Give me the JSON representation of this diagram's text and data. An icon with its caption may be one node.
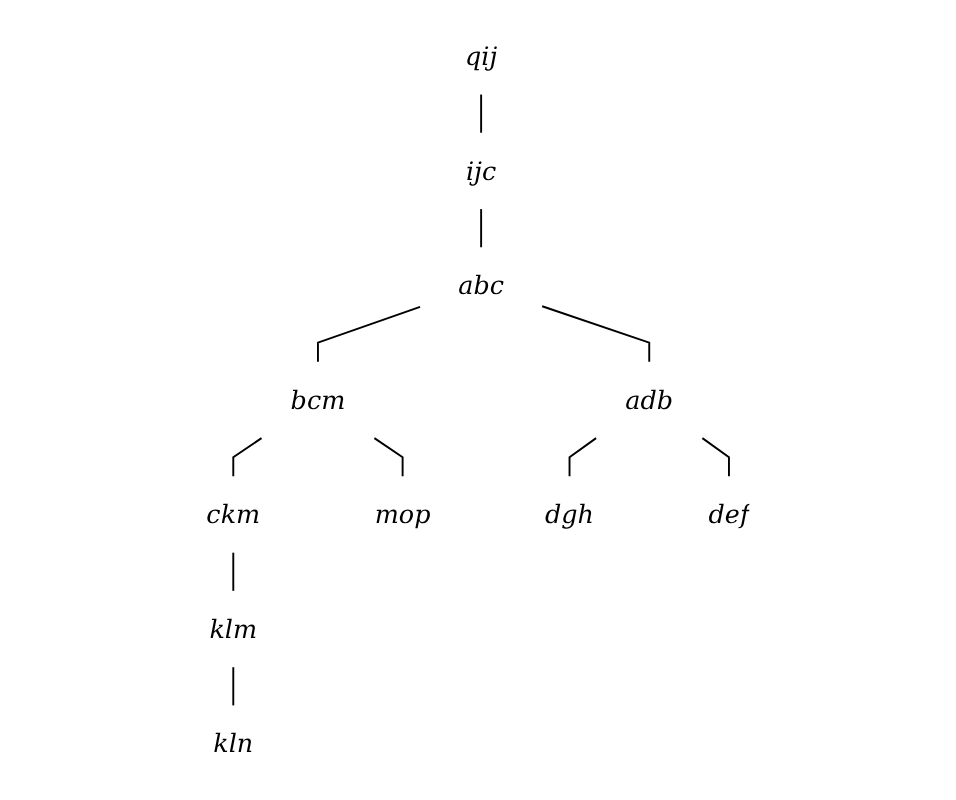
{
  "diagram": {
    "nodes": [
      {
        "text": [
          "qij"
        ]
      },
      {
        "text": [
          "kln"
        ]
      },
      {
        "text": [
          "ijc"
        ]
      },
      {
        "text": [
          "klm"
        ]
      },
      {
        "text": [
          "abc"
        ]
      },
      {
        "text": [
          "ckm"
        ]
      },
      {
        "text": [
          "bcm"
        ]
      },
      {
        "text": [
          "adb"
        ]
      },
      {
        "text": [
          "dgh"
        ]
      },
      {
        "text": [
          "mop"
        ]
      },
      {
        "text": [
          "def"
        ]
      }
    ],
    "edges": [
      {
        "from": 0,
        "to": 2,
        "arrow": "none"
      },
      {
        "from": 2,
        "to": 4,
        "arrow": "none"
      },
      {
        "from": 4,
        "to": 6,
        "arrow": "none"
      },
      {
        "from": 6,
        "to": 5,
        "arrow": "none"
      },
      {
        "from": 5,
        "to": 3,
        "arrow": "none"
      },
      {
        "from": 3,
        "to": 1,
        "arrow": "none"
      },
      {
        "from": 4,
        "to": 7,
        "arrow": "none"
      },
      {
        "from": 7,
        "to": 8,
        "arrow": "none"
      },
      {
        "from": 7,
        "to": 10,
        "arrow": "none"
      },
      {
        "from": 6,
        "to": 9,
        "arrow": "none"
      }
    ]
  }
}
